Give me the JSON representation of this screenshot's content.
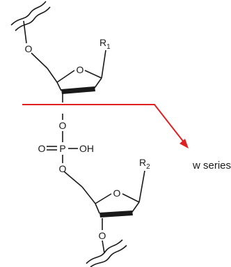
{
  "structure": {
    "upper_sugar": {
      "substituent": "R",
      "substituent_subscript": "1",
      "ring_oxygen": "O",
      "linker_oxygen": "O"
    },
    "phosphate": {
      "upper_oxygen": "O",
      "double_bond_oxygen": "O",
      "phosphorus": "P",
      "hydroxyl": "OH",
      "lower_oxygen": "O"
    },
    "lower_sugar": {
      "substituent": "R",
      "substituent_subscript": "2",
      "ring_oxygen": "O",
      "linker_oxygen": "O"
    }
  },
  "cleavage": {
    "label": "w series",
    "color": "#e02020"
  }
}
